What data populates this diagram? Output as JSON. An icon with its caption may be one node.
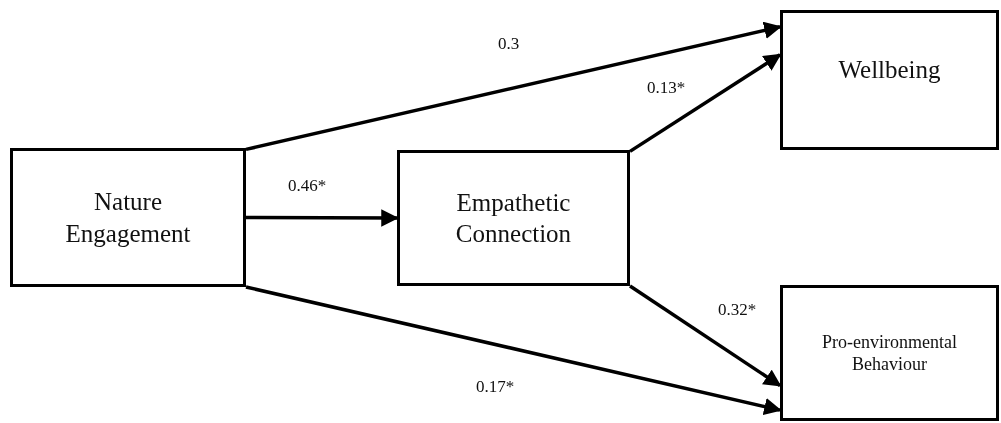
{
  "diagram": {
    "nodes": [
      {
        "text": [
          "Nature Engagement"
        ]
      },
      {
        "text": [
          "Empathetic Connection"
        ]
      },
      {
        "text": [
          "Wellbeing"
        ]
      },
      {
        "text": [
          "Pro-environmental Behaviour"
        ]
      }
    ],
    "edges": [
      {
        "from": 0,
        "to": 2,
        "arrow": "to",
        "label": "0.3"
      },
      {
        "from": 0,
        "to": 1,
        "arrow": "to",
        "label": "0.46*"
      },
      {
        "from": 1,
        "to": 2,
        "arrow": "to",
        "label": "0.13*"
      },
      {
        "from": 1,
        "to": 3,
        "arrow": "to",
        "label": "0.32*"
      },
      {
        "from": 0,
        "to": 3,
        "arrow": "to",
        "label": "0.17*"
      }
    ]
  }
}
